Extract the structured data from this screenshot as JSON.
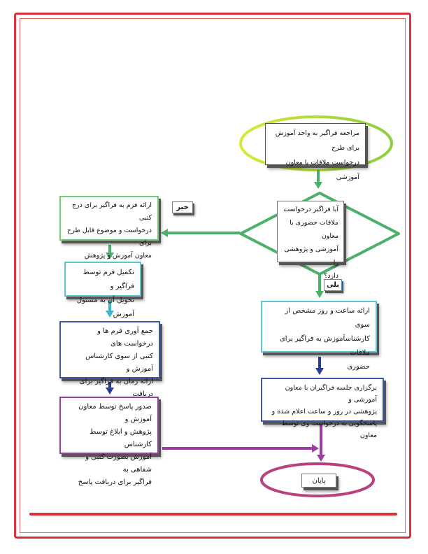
{
  "nodes": {
    "start": "مراجعه  فراگیر به واحد آموزش برای طرح\nدرخواست ملاقات با معاون آموزشی",
    "decision": "آیا فراگیر درخواست\nملاقات حضوری با معاون\nآموزشی و پژوهشی را\nدارد؟",
    "no_label": "خیر",
    "yes_label": "بلی",
    "present_form": "ارائه فرم به فراگیر برای درج کتبی\nدرخواست و موضوع قابل طرح برای\nمعاون آموزش و پژوهش",
    "complete_form": "تکمیل فرم توسط فراگیر و\nتحویل آن به مسئول آموزش",
    "collect_forms": "جمع آوری فرم ها و درخواست های\nکتبی از سوی کارشناس آموزش و\nارائه زمان به فراگیر برای دریافت\nپاسخ",
    "issue_response": "صدور پاسخ توسط معاون آموزش و\nپژوهش و ابلاغ توسط کارشناس\nآموزش بصورت کتبی و شفاهی به\nفراگیر برای دریافت پاسخ",
    "set_time": "ارائه ساعت و روز مشخص از سوی\nکارشناسآموزش به فراگیر برای ملاقات\nحضوری",
    "hold_meeting": "برگزاری جلسه فراگیران با معاون آموزشی و\nپژوهشی در روز و ساعت اعلام شده و\nپاسخگویی به درخواست وی توسط معاون",
    "end": "پایان"
  },
  "colors": {
    "frame": "#d9313b",
    "start_oval": "#a8d33a",
    "decision": "#4caf6a",
    "arrow_green": "#4caf6a",
    "arrow_cyan": "#3fb6c8",
    "arrow_navy": "#2c3e8f",
    "arrow_purple": "#9b3f9e",
    "end_oval": "#b8417f"
  }
}
